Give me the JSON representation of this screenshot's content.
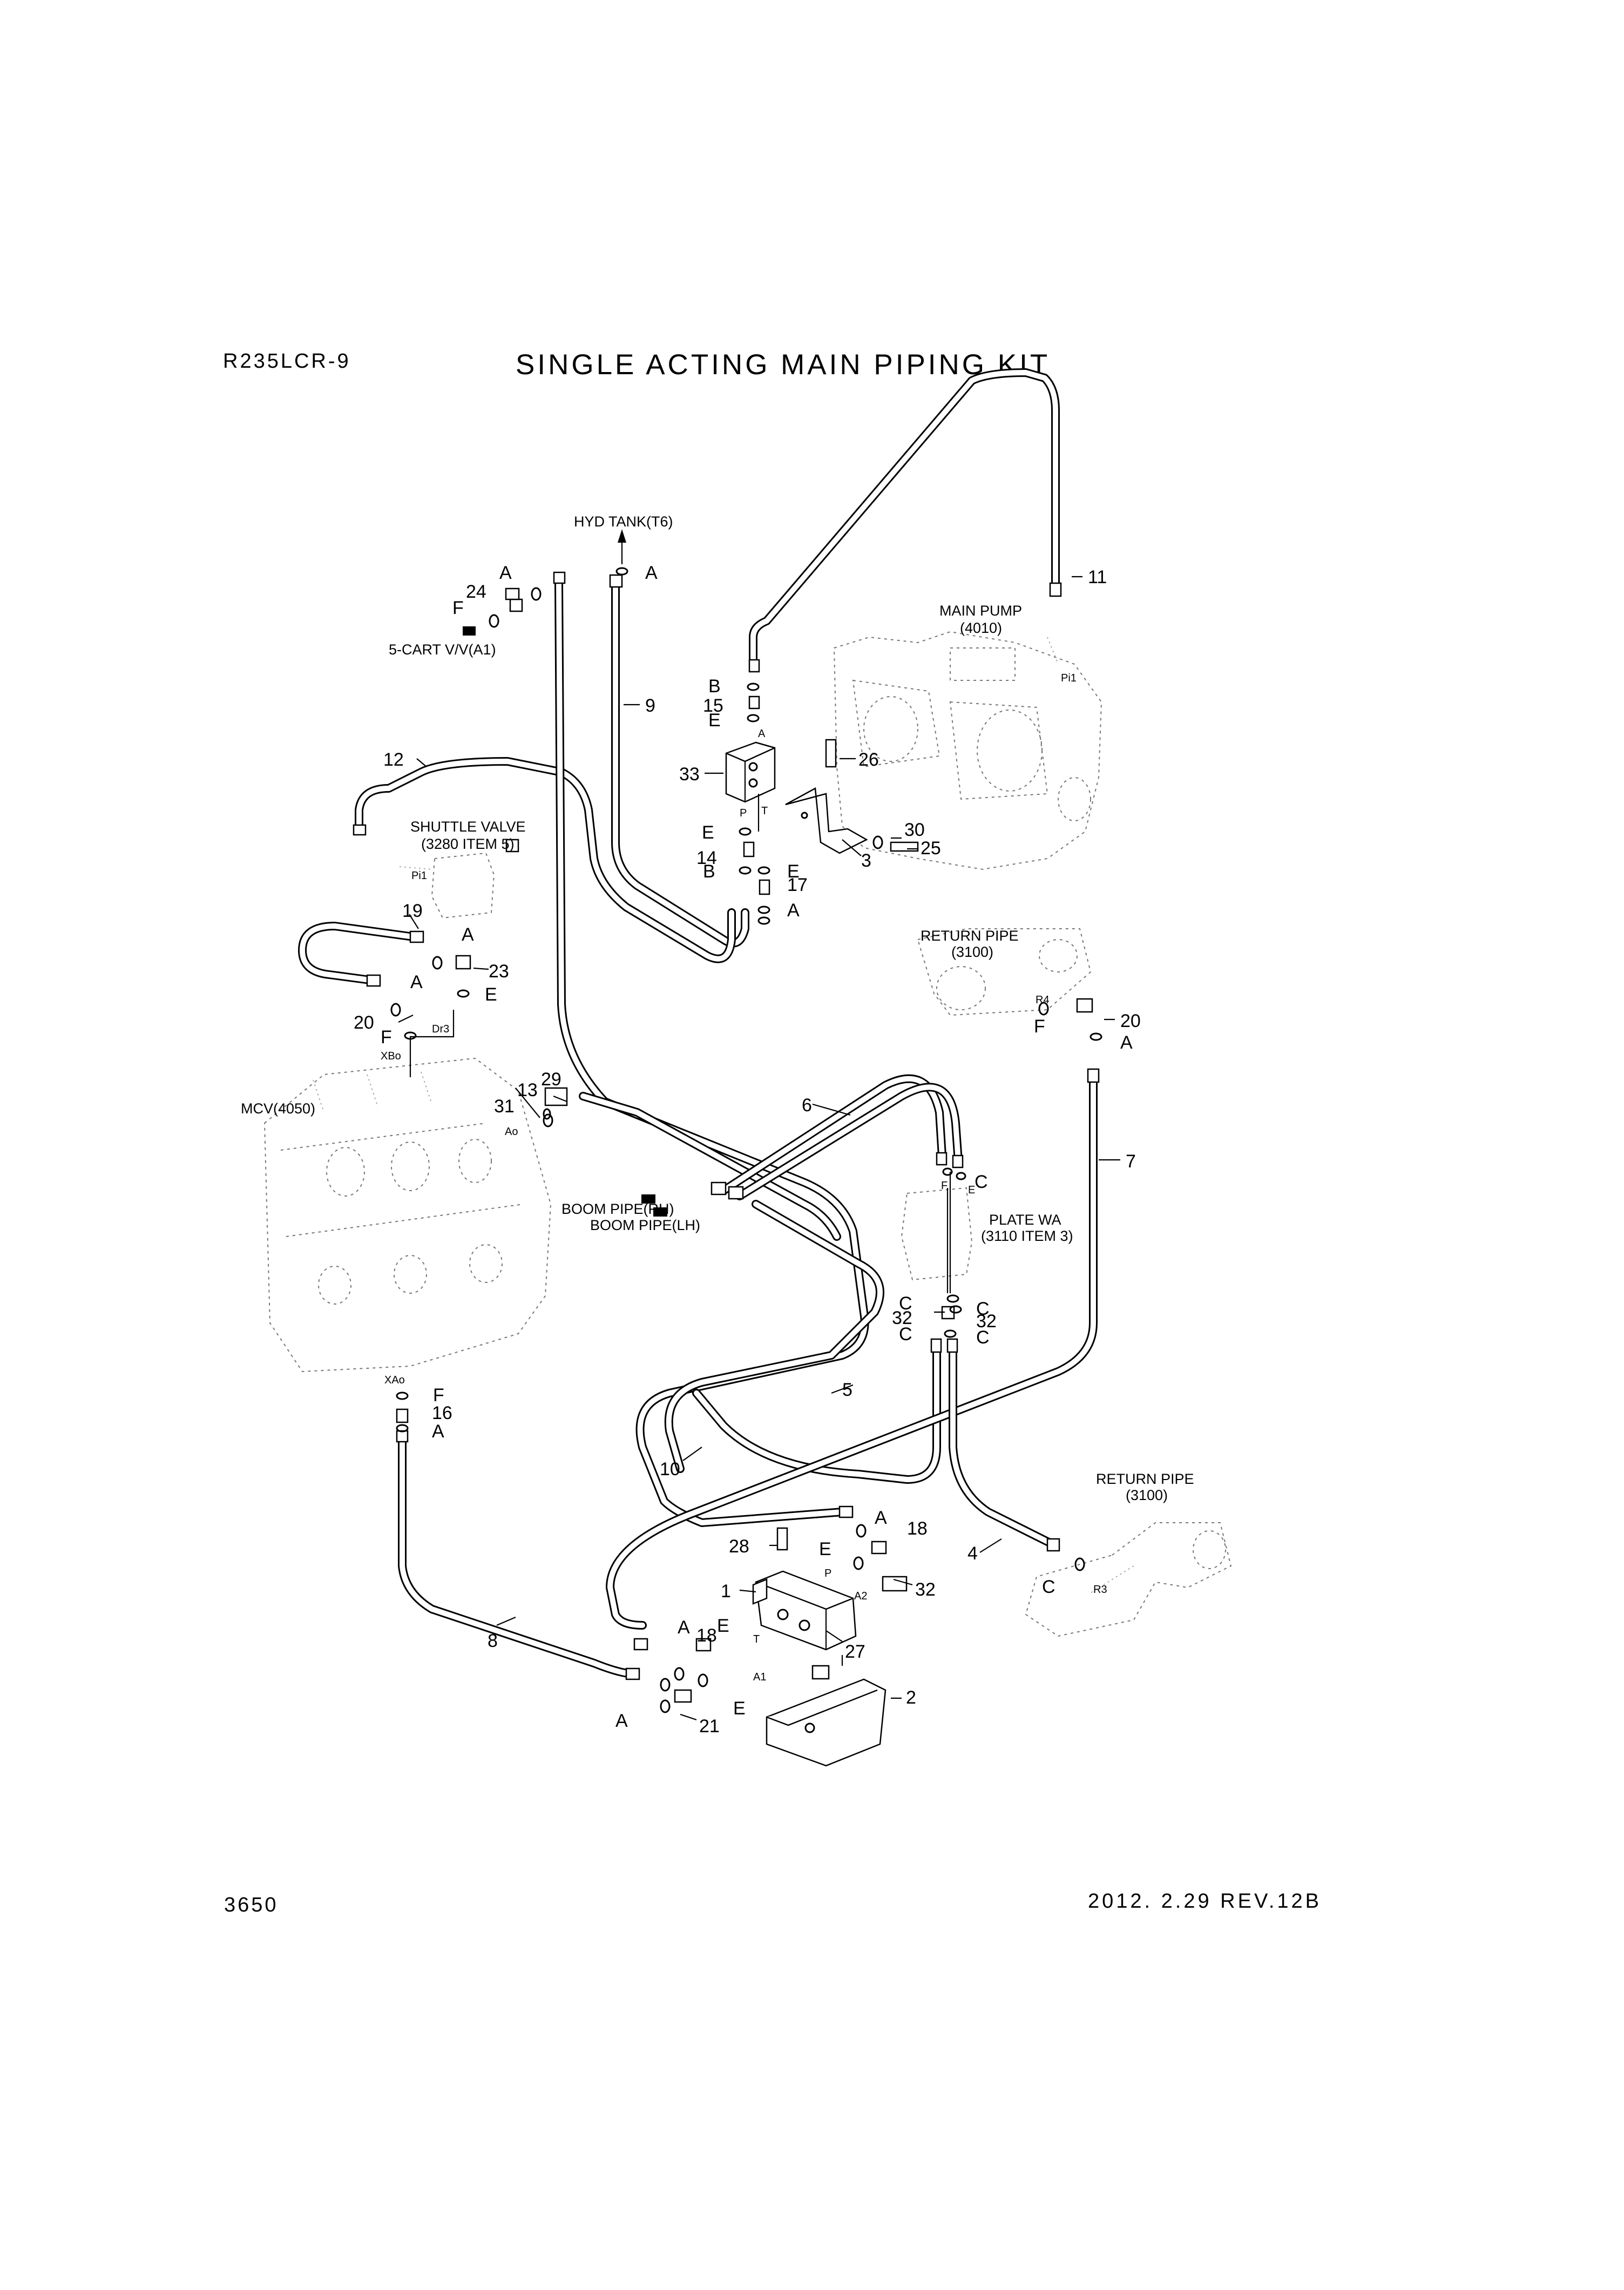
{
  "header": {
    "model": "R235LCR-9",
    "title": "SINGLE ACTING MAIN PIPING KIT"
  },
  "footer": {
    "page_number": "3650",
    "date_rev": "2012. 2.29  REV.12B"
  },
  "component_notes": {
    "hyd_tank": "HYD TANK(T6)",
    "cart_valve": "5-CART V/V(A1)",
    "main_pump": "MAIN PUMP",
    "main_pump_ref": "(4010)",
    "shuttle_valve": "SHUTTLE VALVE",
    "shuttle_valve_ref": "(3280 ITEM 5)",
    "return_pipe_upper": "RETURN PIPE",
    "return_pipe_upper_ref": "(3100)",
    "mcv": "MCV(4050)",
    "boom_pipe_rh": "BOOM PIPE(RH)",
    "boom_pipe_lh": "BOOM PIPE(LH)",
    "plate_wa": "PLATE WA",
    "plate_wa_ref": "(3110 ITEM 3)",
    "return_pipe_lower": "RETURN PIPE",
    "return_pipe_lower_ref": "(3100)"
  },
  "port_marks": {
    "pi1_pump": "Pi1",
    "pi1_shuttle": "Pi1",
    "a_block_top": "A",
    "p_block_top": "P",
    "t_block_top": "T",
    "r4": "R4",
    "dr3": "Dr3",
    "xbo": "XBo",
    "ao": "Ao",
    "xao": "XAo",
    "f_plate": "F",
    "e_plate": "E",
    "r3": "R3",
    "p_block_bottom": "P",
    "a2": "A2",
    "t_block_bottom": "T",
    "a1": "A1"
  },
  "callouts": {
    "c1": "1",
    "c2": "2",
    "c3": "3",
    "c4": "4",
    "c5": "5",
    "c6": "6",
    "c7": "7",
    "c8": "8",
    "c9": "9",
    "c10": "10",
    "c11": "11",
    "c12": "12",
    "c13": "13",
    "c14": "14",
    "c15": "15",
    "c16": "16",
    "c17": "17",
    "c18a": "18",
    "c18b": "18",
    "c19": "19",
    "c20a": "20",
    "c20b": "20",
    "c21": "21",
    "c23": "23",
    "c24": "24",
    "c25": "25",
    "c26": "26",
    "c27": "27",
    "c28": "28",
    "c29": "29",
    "c30": "30",
    "c31": "31",
    "c32a": "32",
    "c32b": "32",
    "c32c": "32",
    "c33": "33"
  },
  "seal_letters": {
    "l01": "A",
    "l02": "F",
    "l03": "A",
    "l04": "B",
    "l05": "E",
    "l06": "E",
    "l07": "B",
    "l08": "E",
    "l09": "A",
    "l10": "A",
    "l11": "E",
    "l12": "A",
    "l13": "F",
    "l14": "F",
    "l15": "A",
    "l16": "C",
    "l17": "C",
    "l18": "C",
    "l19": "C",
    "l20": "C",
    "l21": "F",
    "l22": "A",
    "l23": "A",
    "l24": "E",
    "l25": "A",
    "l26": "E",
    "l27": "A",
    "l28": "E",
    "l29": "C"
  }
}
